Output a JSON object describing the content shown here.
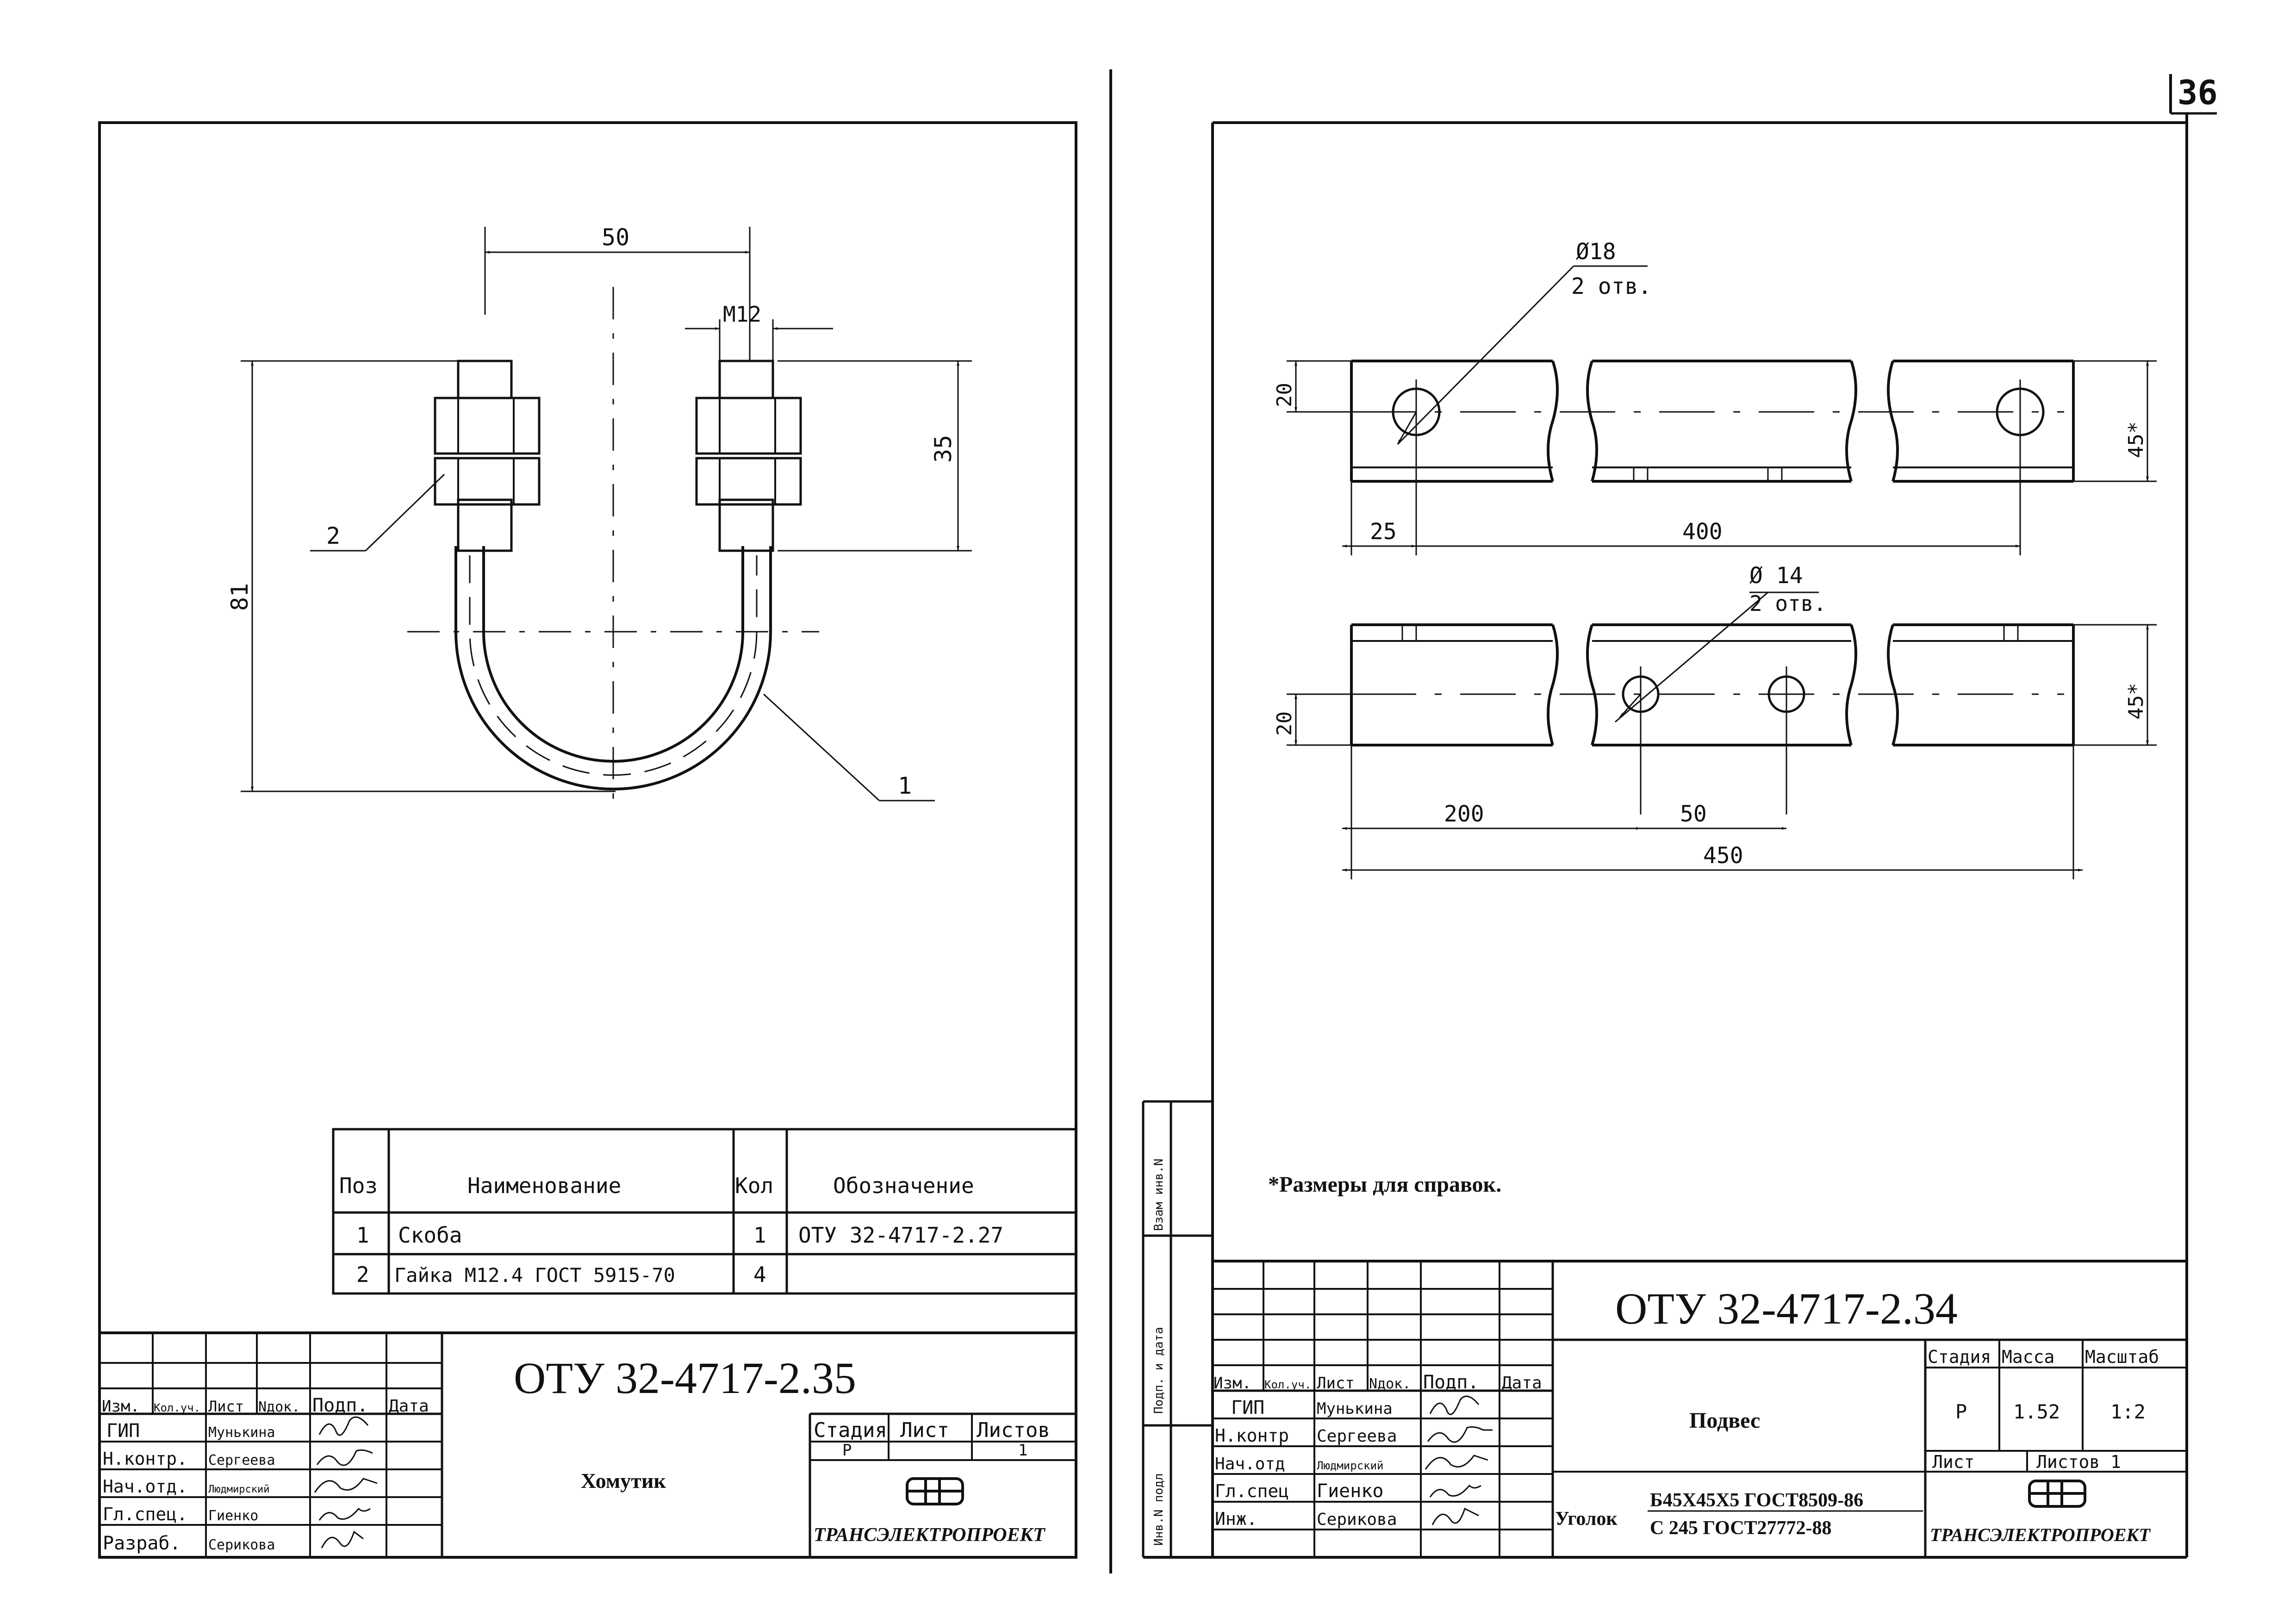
{
  "page_number": "36",
  "left_sheet": {
    "dims": {
      "d50": "50",
      "m12": "M12",
      "d35": "35",
      "d81": "81",
      "pos2": "2",
      "pos1": "1"
    },
    "spec_table": {
      "headers": [
        "Поз",
        "Наименование",
        "Кол",
        "Обозначение"
      ],
      "rows": [
        [
          "1",
          "Скоба",
          "1",
          "ОТУ 32-4717-2.27"
        ],
        [
          "2",
          "Гайка М12.4 ГОСТ 5915-70",
          "4",
          ""
        ]
      ]
    },
    "title_block": {
      "code": "ОТУ 32-4717-2.35",
      "name": "Хомутик",
      "header_cols": [
        "Изм.",
        "Кол.уч.",
        "Лист",
        "Nдок.",
        "Подп.",
        "Дата"
      ],
      "roles": [
        [
          "ГИП",
          "Мунькина"
        ],
        [
          "Н.контр.",
          "Сергеева"
        ],
        [
          "Нач.отд.",
          "Людмирский"
        ],
        [
          "Гл.спец.",
          "Гиенко"
        ],
        [
          "Разраб.",
          "Серикова"
        ]
      ],
      "stage_labels": [
        "Стадия",
        "Лист",
        "Листов"
      ],
      "stage_values": [
        "Р",
        "",
        "1"
      ],
      "org": "ТРАНСЭЛЕКТРОПРОЕКТ"
    }
  },
  "right_sheet": {
    "dims": {
      "hole18": "Ø18",
      "holes2a": "2 отв.",
      "d20a": "20",
      "d45a": "45*",
      "d25": "25",
      "d400": "400",
      "hole14": "Ø 14",
      "holes2b": "2 отв.",
      "d20b": "20",
      "d45b": "45*",
      "d200": "200",
      "d50": "50",
      "d450": "450"
    },
    "note": "*Размеры для справок.",
    "side_stamp": [
      "Взам инв.N",
      "Подп. и дата",
      "Инв.N подл"
    ],
    "title_block": {
      "code": "ОТУ 32-4717-2.34",
      "name": "Подвес",
      "header_cols": [
        "Изм.",
        "Кол.уч.",
        "Лист",
        "Nдок.",
        "Подп.",
        "Дата"
      ],
      "roles": [
        [
          "ГИП",
          "Мунькина"
        ],
        [
          "Н.контр",
          "Сергеева"
        ],
        [
          "Нач.отд",
          "Людмирский"
        ],
        [
          "Гл.спец",
          "Гиенко"
        ],
        [
          "Инж.",
          "Серикова"
        ]
      ],
      "stage_labels": [
        "Стадия",
        "Масса",
        "Масштаб"
      ],
      "stage_values": [
        "Р",
        "1.52",
        "1:2"
      ],
      "sheet_label": "Лист",
      "sheets_label": "Листов 1",
      "material_prefix": "Уголок",
      "material_top": "Б45Х45Х5 ГОСТ8509-86",
      "material_bottom": "С 245 ГОСТ27772-88",
      "org": "ТРАНСЭЛЕКТРОПРОЕКТ"
    }
  }
}
